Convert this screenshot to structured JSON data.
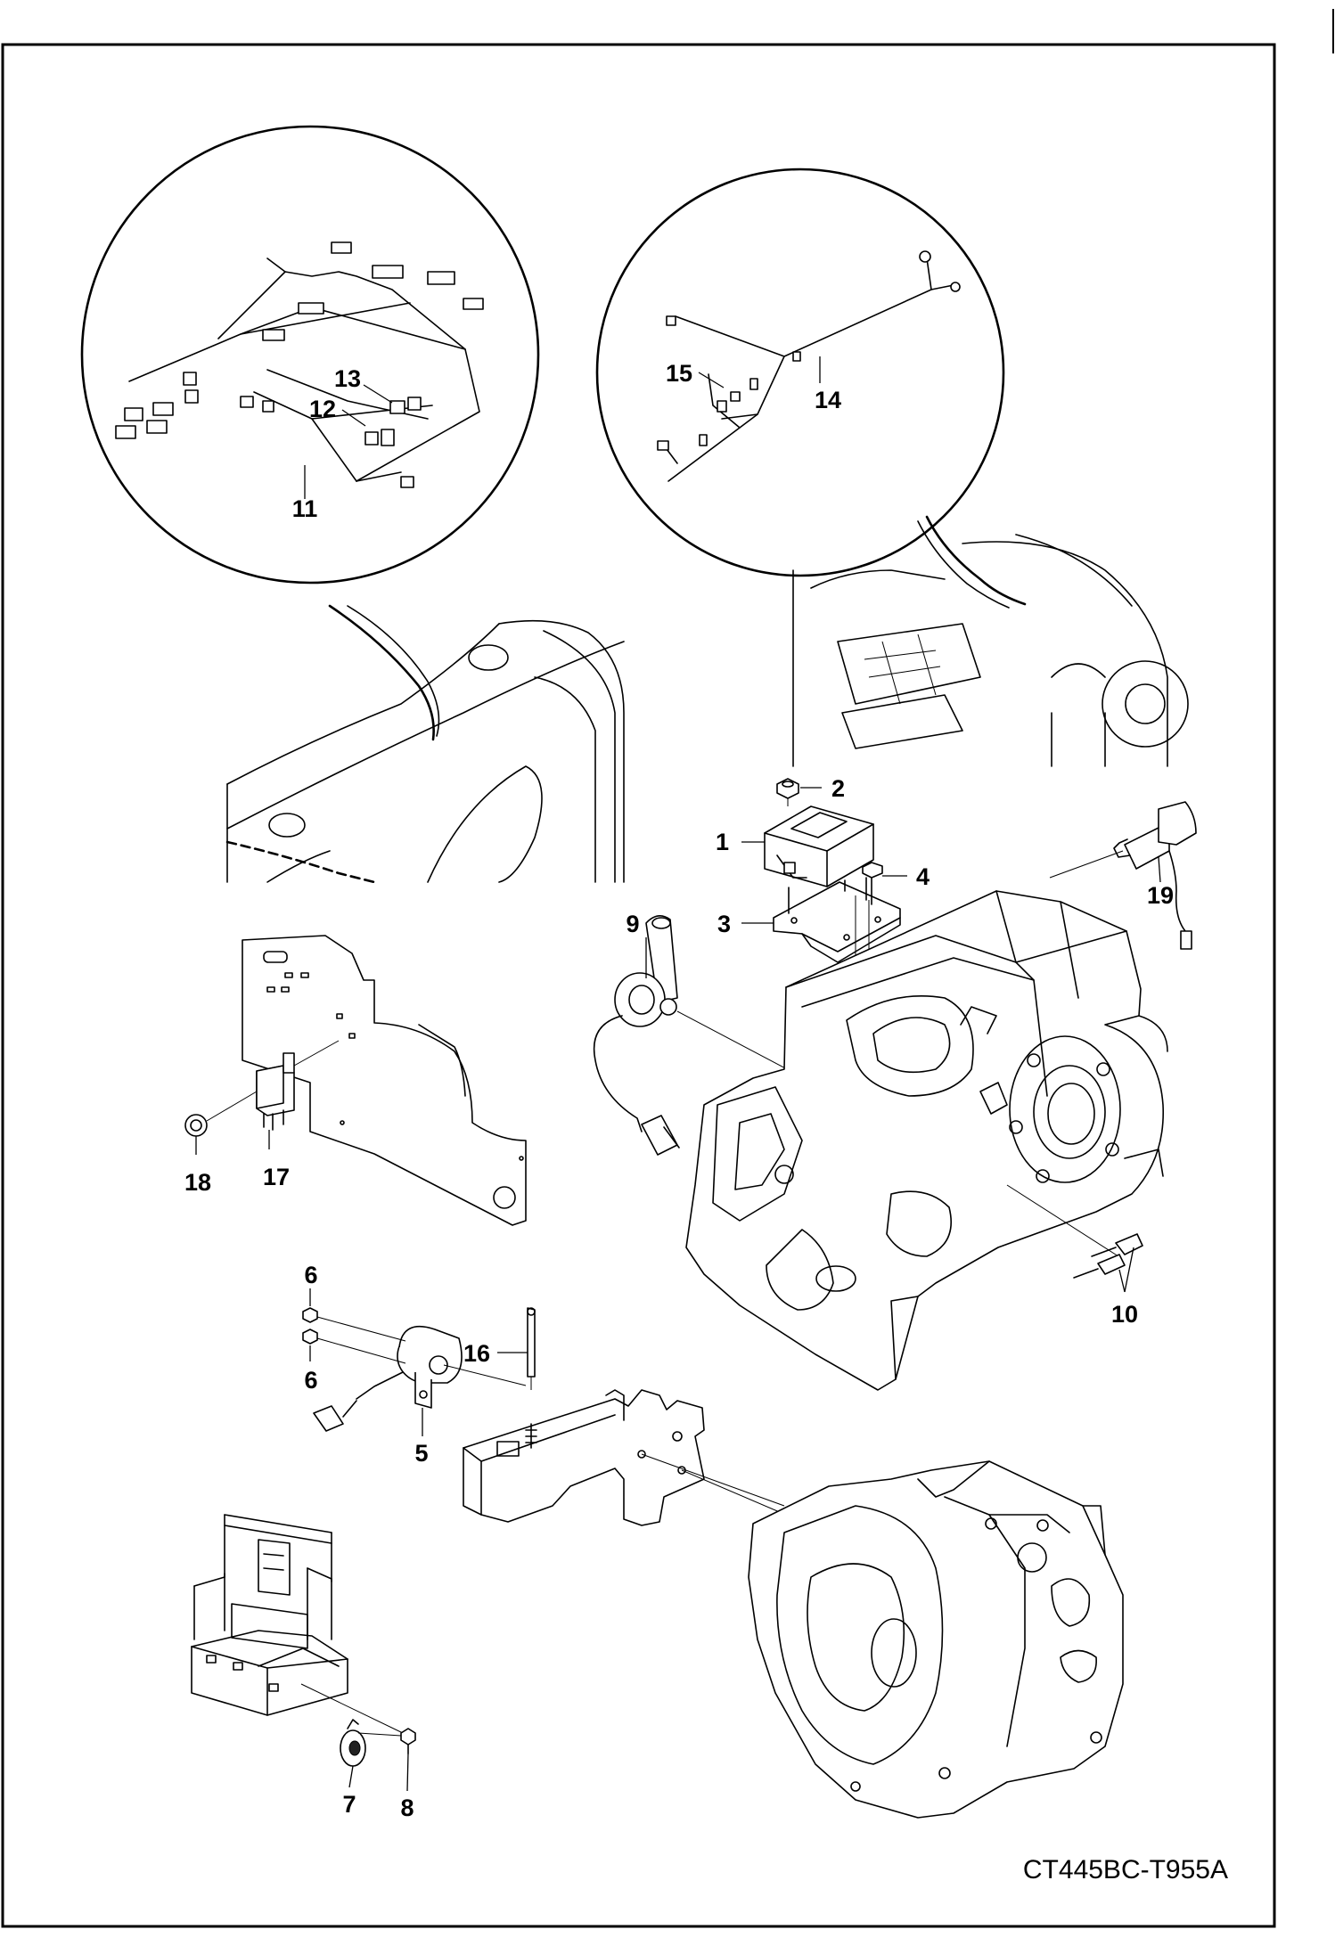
{
  "diagram": {
    "figure_code": "CT445BC-T955A",
    "callouts": [
      "1",
      "2",
      "3",
      "4",
      "5",
      "6",
      "6",
      "7",
      "8",
      "9",
      "10",
      "11",
      "12",
      "13",
      "14",
      "15",
      "16",
      "17",
      "18",
      "19"
    ]
  }
}
